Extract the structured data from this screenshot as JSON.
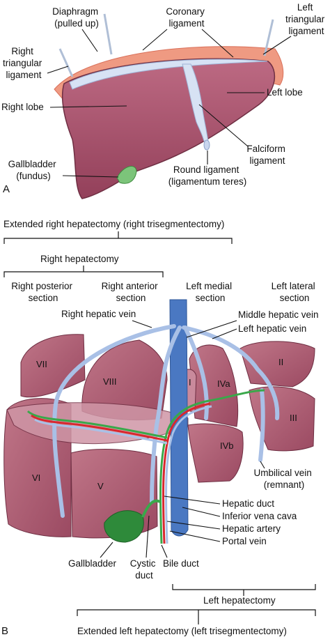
{
  "panel_a": {
    "letter": "A",
    "labels": {
      "diaphragm": [
        "Diaphragm",
        "(pulled up)"
      ],
      "coronary": [
        "Coronary",
        "ligament"
      ],
      "left_triangular": [
        "Left",
        "triangular",
        "ligament"
      ],
      "right_triangular": [
        "Right",
        "triangular",
        "ligament"
      ],
      "right_lobe": [
        "Right lobe"
      ],
      "left_lobe": [
        "Left lobe"
      ],
      "gallbladder": [
        "Gallbladder",
        "(fundus)"
      ],
      "falciform": [
        "Falciform",
        "ligament"
      ],
      "round_ligament": [
        "Round ligament",
        "(ligamentum teres)"
      ]
    }
  },
  "panel_b": {
    "letter": "B",
    "brackets": {
      "ext_right": "Extended right hepatectomy (right trisegmentectomy)",
      "right": "Right hepatectomy",
      "left": "Left hepatectomy",
      "ext_left": "Extended left hepatectomy (left trisegmentectomy)"
    },
    "sections": {
      "right_posterior": [
        "Right posterior",
        "section"
      ],
      "right_anterior": [
        "Right anterior",
        "section"
      ],
      "left_medial": [
        "Left medial",
        "section"
      ],
      "left_lateral": [
        "Left lateral",
        "section"
      ]
    },
    "veins": {
      "right_hepatic": "Right hepatic vein",
      "middle_hepatic": "Middle hepatic vein",
      "left_hepatic": "Left hepatic vein",
      "umbilical": [
        "Umbilical vein",
        "(remnant)"
      ]
    },
    "segments": {
      "I": "I",
      "II": "II",
      "III": "III",
      "IVa": "IVa",
      "IVb": "IVb",
      "V": "V",
      "VI": "VI",
      "VII": "VII",
      "VIII": "VIII"
    },
    "structures": {
      "hepatic_duct": "Hepatic duct",
      "ivc": "Inferior vena cava",
      "hepatic_artery": "Hepatic artery",
      "portal_vein": "Portal vein",
      "gallbladder": "Gallbladder",
      "cystic_duct": [
        "Cystic",
        "duct"
      ],
      "bile_duct": "Bile duct"
    }
  },
  "colors": {
    "liver": "#a4506a",
    "liver_cut": "#c98a9c",
    "vein": "#a9c0e6",
    "ivc": "#4a78c2",
    "artery": "#d8282e",
    "duct": "#3aa84a",
    "diaphragm": "#e88a70",
    "gallbladder": "#2e8a3a"
  }
}
